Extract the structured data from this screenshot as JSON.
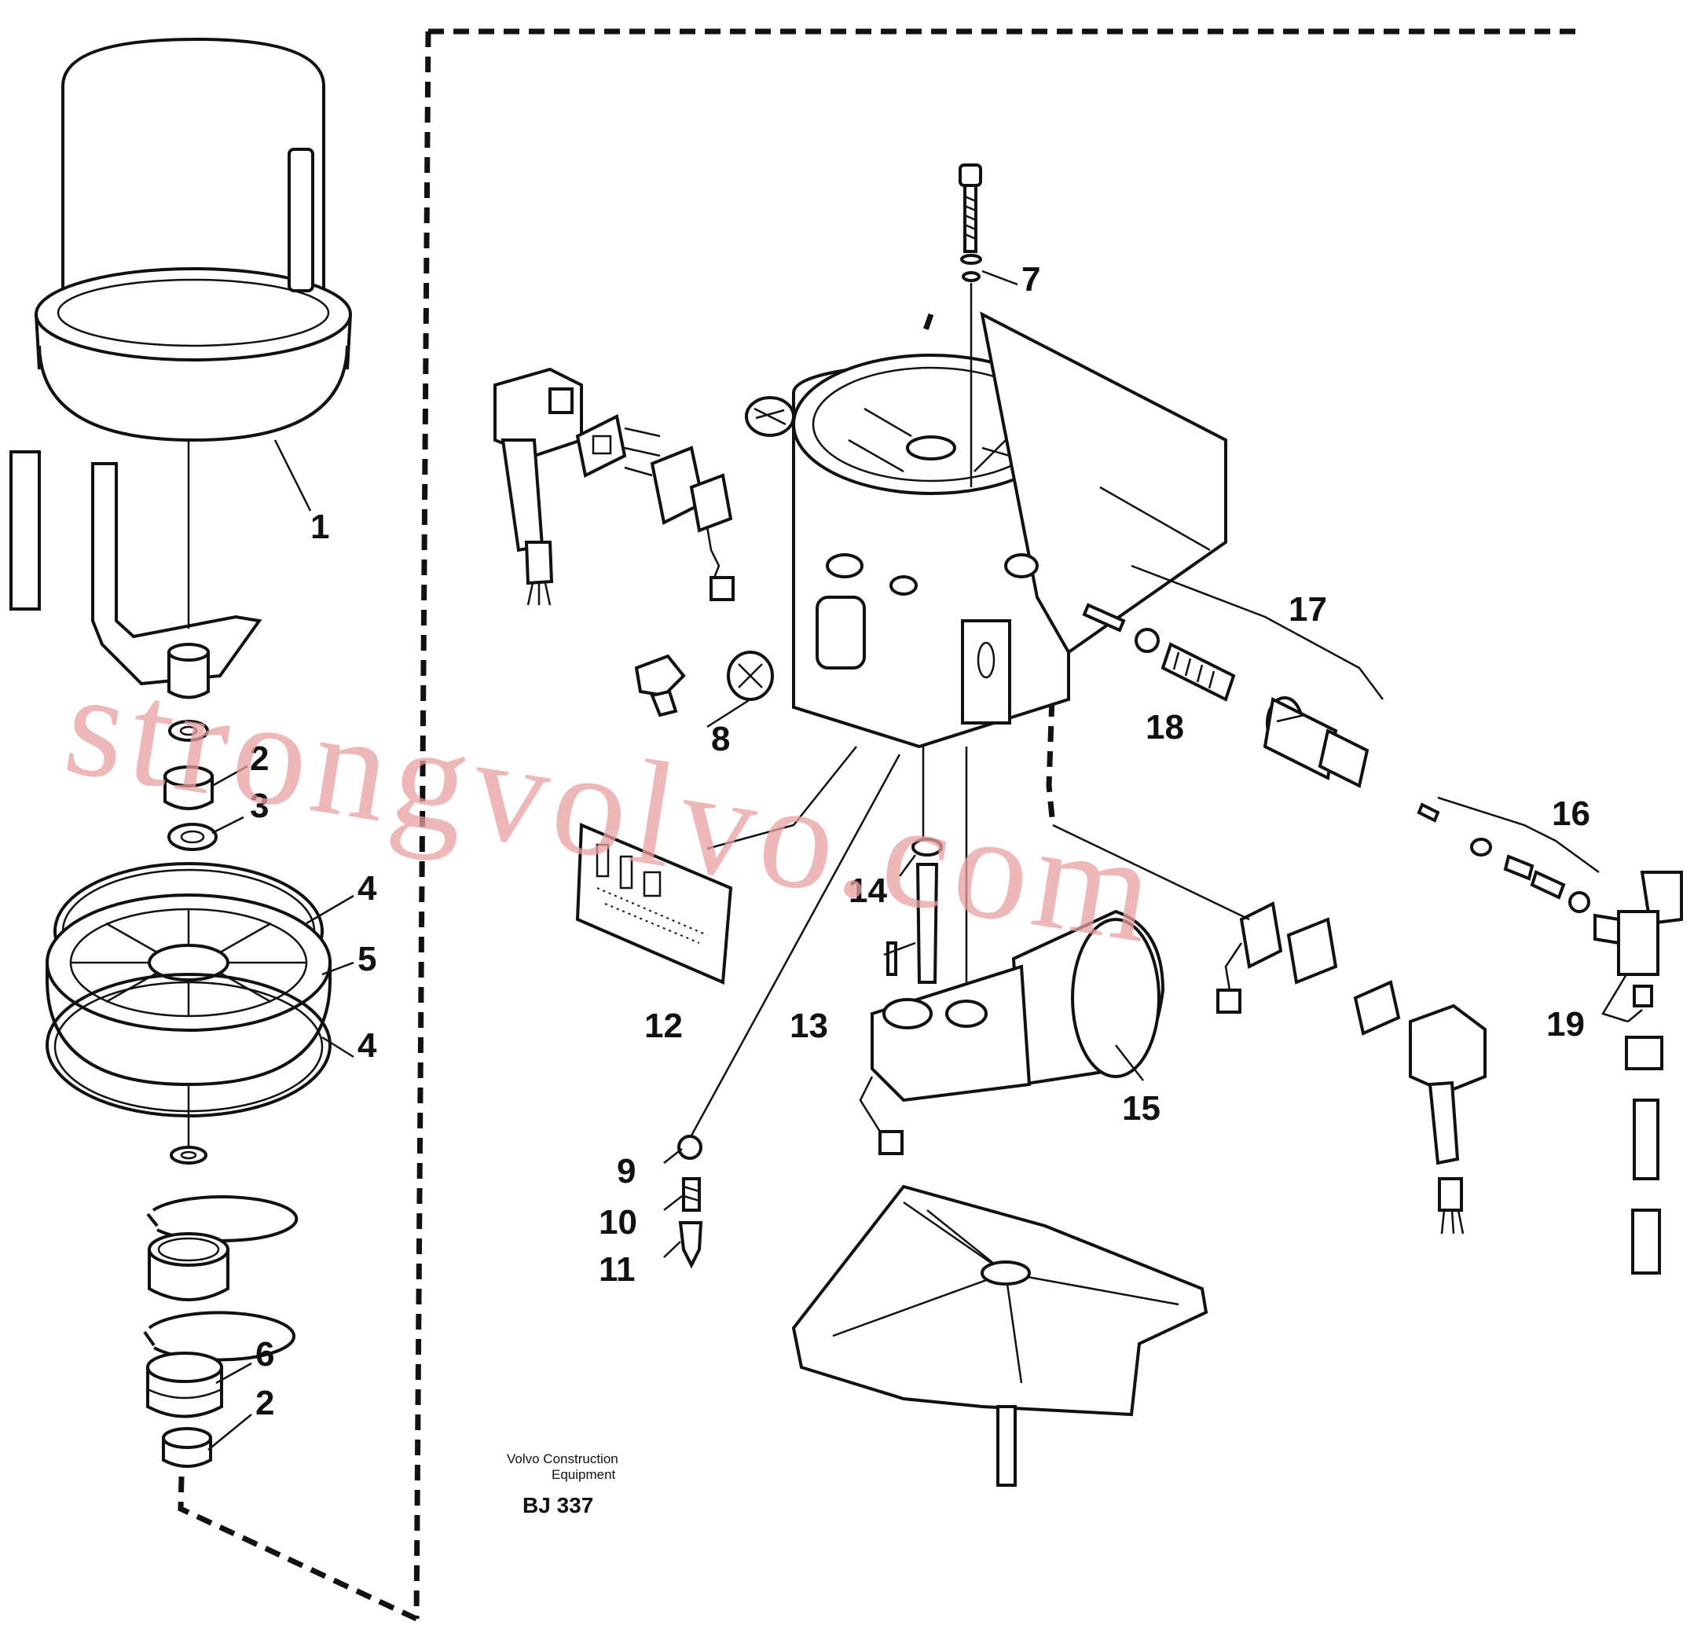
{
  "parts": {
    "p1": "1",
    "p2a": "2",
    "p3": "3",
    "p4a": "4",
    "p5": "5",
    "p4b": "4",
    "p6": "6",
    "p2b": "2",
    "p7": "7",
    "p8": "8",
    "p9": "9",
    "p10": "10",
    "p11": "11",
    "p12": "12",
    "p13": "13",
    "p14": "14",
    "p15": "15",
    "p16": "16",
    "p17": "17",
    "p18": "18",
    "p19": "19"
  },
  "footer": {
    "company_line1": "Volvo Construction",
    "company_line2": "Equipment",
    "drawing_ref": "BJ 337"
  },
  "watermark": "strongvolvo.com"
}
